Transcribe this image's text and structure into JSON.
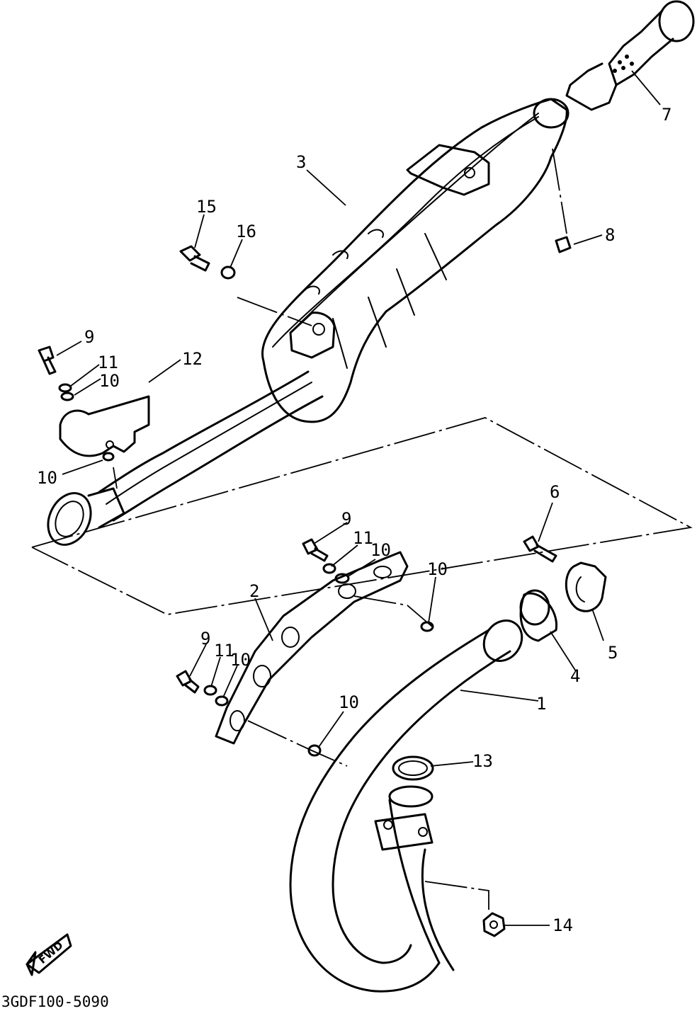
{
  "diagram": {
    "drawing_code": "3GDF100-5090",
    "direction_label": "FWD",
    "callouts": {
      "c1": "1",
      "c2": "2",
      "c3": "3",
      "c4": "4",
      "c5": "5",
      "c6": "6",
      "c7": "7",
      "c8": "8",
      "c9a": "9",
      "c9b": "9",
      "c9c": "9",
      "c10a": "10",
      "c10b": "10",
      "c10c": "10",
      "c10d": "10",
      "c10e": "10",
      "c10f": "10",
      "c11a": "11",
      "c11b": "11",
      "c11c": "11",
      "c12": "12",
      "c13": "13",
      "c14": "14",
      "c15": "15",
      "c16": "16"
    }
  }
}
